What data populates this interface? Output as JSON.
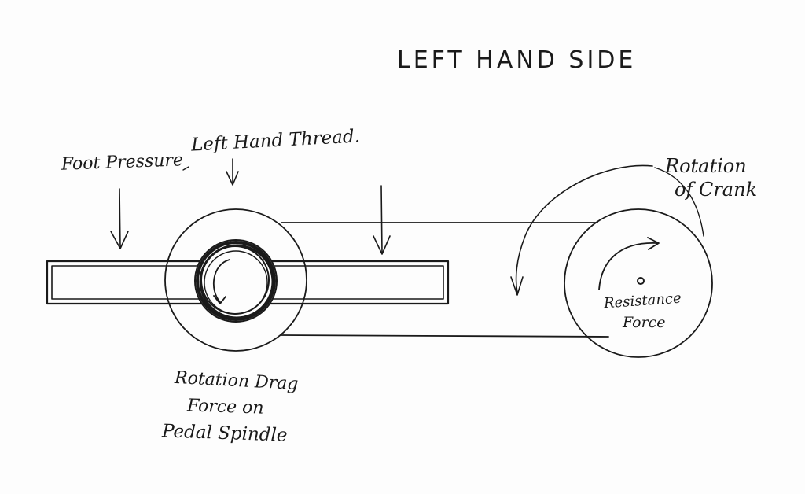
{
  "diagram": {
    "title": "LEFT HAND SIDE",
    "labels": {
      "foot_pressure": "Foot Pressure",
      "left_hand_thread": "Left Hand Thread.",
      "rotation_of_crank_line1": "Rotation",
      "rotation_of_crank_line2": "of Crank",
      "resistance_line1": "Resistance",
      "resistance_line2": "Force",
      "drag_line1": "Rotation Drag",
      "drag_line2": "Force on",
      "drag_line3": "Pedal Spindle"
    },
    "ink_color": "#1a1a1a",
    "paper_color": "#fdfdfd"
  }
}
